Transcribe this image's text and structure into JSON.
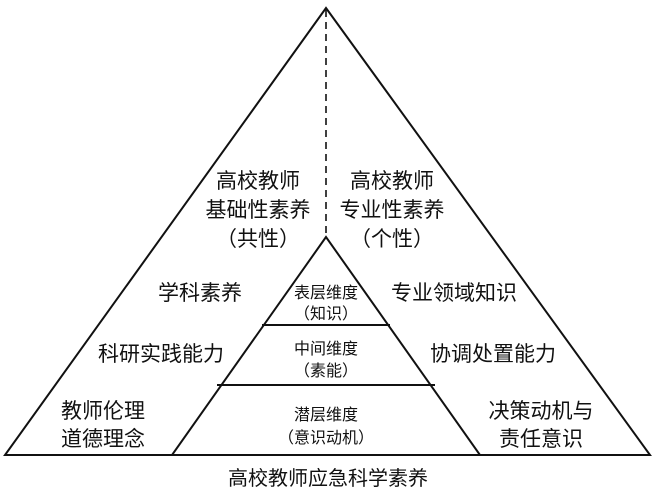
{
  "diagram": {
    "left_title": [
      "高校教师",
      "基础性素养",
      "（共性）"
    ],
    "right_title": [
      "高校教师",
      "专业性素养",
      "（个性）"
    ],
    "left_items": {
      "subject": "学科素养",
      "research": "科研实践能力",
      "ethics": [
        "教师伦理",
        "道德理念"
      ]
    },
    "right_items": {
      "domain": "专业领域知识",
      "coordination": "协调处置能力",
      "decision": [
        "决策动机与",
        "责任意识"
      ]
    },
    "inner_layers": {
      "surface": [
        "表层维度",
        "（知识）"
      ],
      "middle": [
        "中间维度",
        "（素能）"
      ],
      "latent": [
        "潜层维度",
        "（意识动机）"
      ]
    },
    "caption": "高校教师应急科学素养"
  },
  "colors": {
    "line": "#111111",
    "text": "#111111",
    "background": "#ffffff"
  }
}
